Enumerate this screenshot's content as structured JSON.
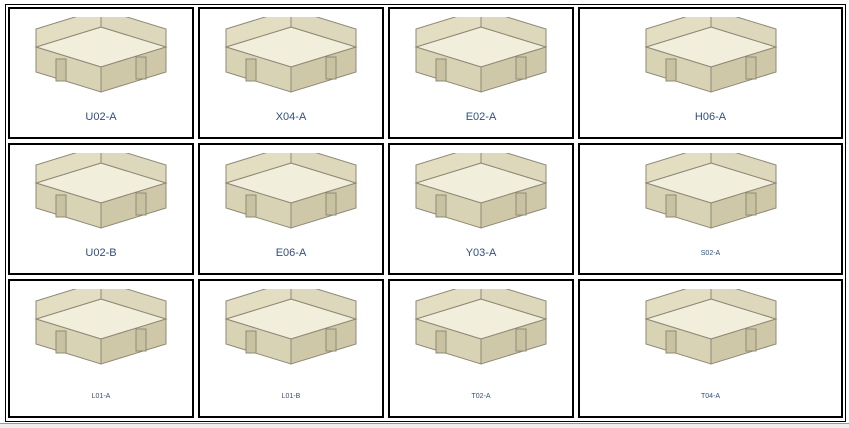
{
  "products": [
    {
      "code": "U02-A",
      "size": "big"
    },
    {
      "code": "X04-A",
      "size": "big"
    },
    {
      "code": "E02-A",
      "size": "big"
    },
    {
      "code": "H06-A",
      "size": "big"
    },
    {
      "code": "U02-B",
      "size": "big"
    },
    {
      "code": "E06-A",
      "size": "big"
    },
    {
      "code": "Y03-A",
      "size": "big"
    },
    {
      "code": "S02-A",
      "size": "small"
    },
    {
      "code": "L01-A",
      "size": "small"
    },
    {
      "code": "L01-B",
      "size": "small"
    },
    {
      "code": "T02-A",
      "size": "small"
    },
    {
      "code": "T04-A",
      "size": "small"
    }
  ],
  "colors": {
    "panel": "#e8e3cc",
    "frame": "#8f8a76",
    "label": "#2f4f80"
  }
}
